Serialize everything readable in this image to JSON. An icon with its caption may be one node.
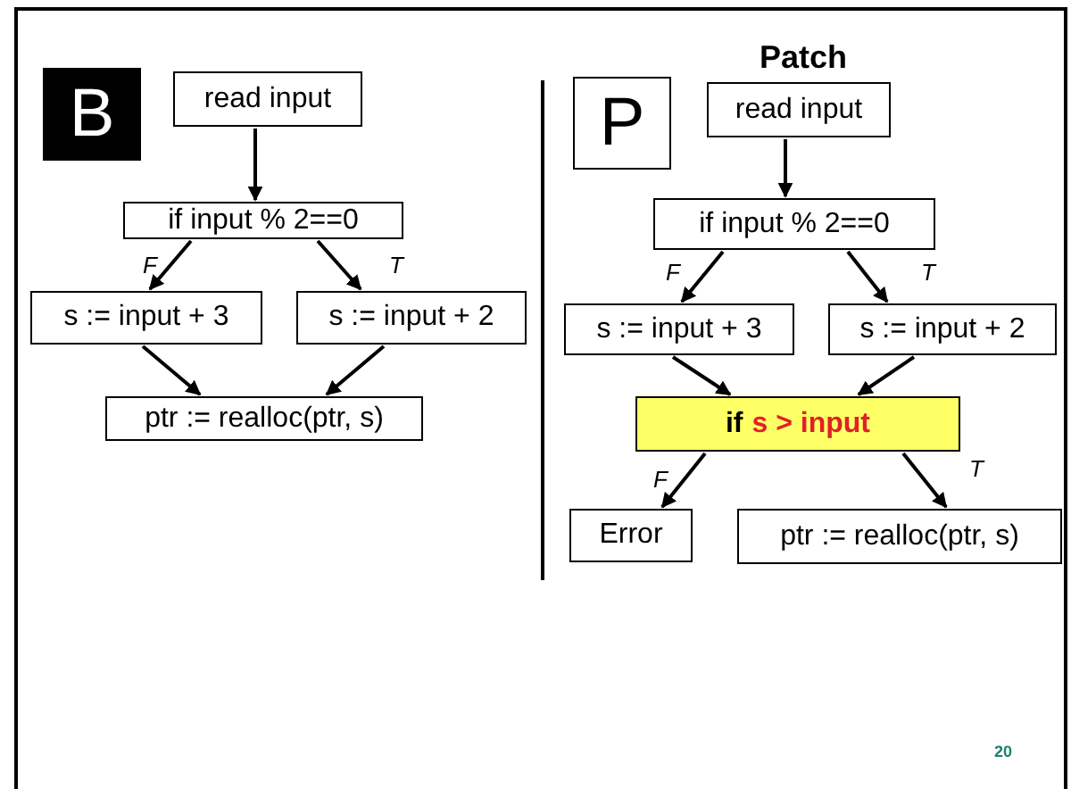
{
  "diagram": {
    "nodes": [
      {
        "text": [
          "B"
        ]
      },
      {
        "text": [
          "read input"
        ]
      },
      {
        "text": [
          "if input % 2==0"
        ]
      },
      {
        "text": [
          "s := input + 3"
        ]
      },
      {
        "text": [
          "s := input + 2"
        ]
      },
      {
        "text": [
          "ptr := realloc(ptr, s)"
        ]
      },
      {
        "text": [
          "P"
        ]
      },
      {
        "text": [
          "read input"
        ]
      },
      {
        "text": [
          "if input % 2==0"
        ]
      },
      {
        "text": [
          "s := input + 3"
        ]
      },
      {
        "text": [
          "s := input + 2"
        ]
      },
      {
        "text": [
          "if",
          "s > input"
        ]
      },
      {
        "text": [
          "Error"
        ]
      },
      {
        "text": [
          "ptr := realloc(ptr, s)"
        ]
      }
    ],
    "edges": [
      {
        "from": 1,
        "to": 2,
        "arrow": "to"
      },
      {
        "from": 2,
        "to": 3,
        "arrow": "to",
        "label": "F"
      },
      {
        "from": 2,
        "to": 4,
        "arrow": "to",
        "label": "T"
      },
      {
        "from": 3,
        "to": 5,
        "arrow": "to"
      },
      {
        "from": 4,
        "to": 5,
        "arrow": "to"
      },
      {
        "from": 7,
        "to": 8,
        "arrow": "to"
      },
      {
        "from": 8,
        "to": 9,
        "arrow": "to",
        "label": "F"
      },
      {
        "from": 8,
        "to": 10,
        "arrow": "to",
        "label": "T"
      },
      {
        "from": 9,
        "to": 11,
        "arrow": "to"
      },
      {
        "from": 10,
        "to": 11,
        "arrow": "to"
      },
      {
        "from": 11,
        "to": 12,
        "arrow": "to",
        "label": "F"
      },
      {
        "from": 11,
        "to": 13,
        "arrow": "to",
        "label": "T"
      }
    ],
    "labels": [
      "Patch",
      "20"
    ]
  }
}
